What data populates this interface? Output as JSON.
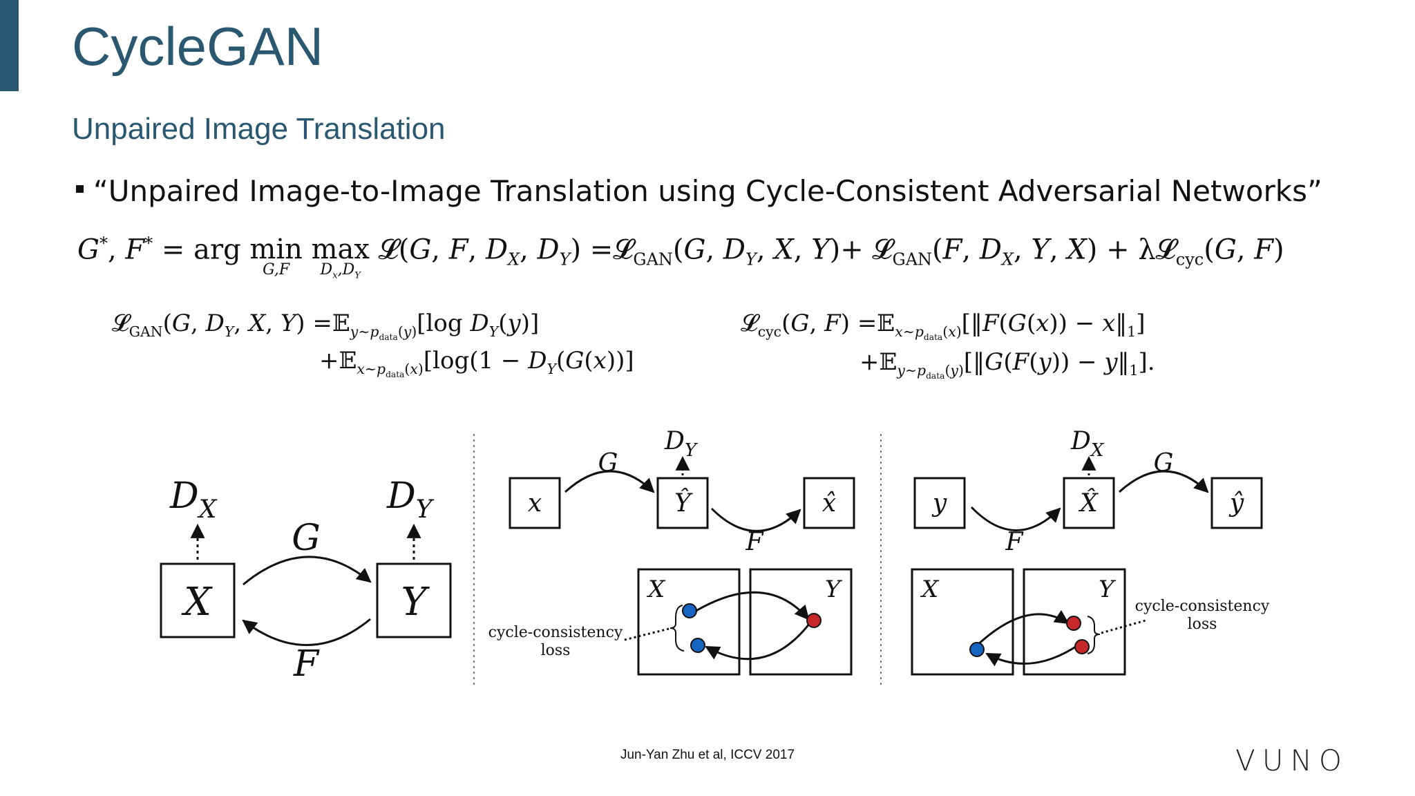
{
  "slide": {
    "title": "CycleGAN",
    "subtitle": "Unpaired Image Translation",
    "bullet": "“Unpaired Image-to-Image Translation using Cycle-Consistent Adversarial Networks”",
    "citation": "Jun-Yan Zhu et al, ICCV 2017",
    "logo": "VUNO",
    "accent_color": "#2b5871"
  },
  "equations": {
    "main": "G*, F* = arg min_{G,F} max_{Dx,DY} L(G, F, DX, DY) = LGAN(G, DY, X, Y) + LGAN(F, DX, Y, X) + λLcyc(G, F)",
    "gan_line1": "LGAN(G, DY, X, Y) = E_{y~pdata(y)}[log DY(y)]",
    "gan_line2": "+E_{x~pdata(x)}[log(1 − DY(G(x))]",
    "cyc_line1": "Lcyc(G, F) = E_{x~pdata(x)}[‖F(G(x)) − x‖1]",
    "cyc_line2": "+E_{y~pdata(y)}[‖G(F(y)) − y‖1]."
  },
  "diagram_a": {
    "node_x": "X",
    "node_y": "Y",
    "disc_x": "D",
    "disc_x_sub": "X",
    "disc_y": "D",
    "disc_y_sub": "Y",
    "map_g": "G",
    "map_f": "F"
  },
  "diagram_b": {
    "node_in": "x",
    "node_mid": "Ŷ",
    "node_out": "x̂",
    "disc": "D",
    "disc_sub": "Y",
    "map_g": "G",
    "map_f": "F",
    "domain_x": "X",
    "domain_y": "Y",
    "loss_line1": "cycle-consistency",
    "loss_line2": "loss",
    "dot_blue": "#1565c0",
    "dot_red": "#c62828"
  },
  "diagram_c": {
    "node_in": "y",
    "node_mid": "X̂",
    "node_out": "ŷ",
    "disc": "D",
    "disc_sub": "X",
    "map_g": "G",
    "map_f": "F",
    "domain_x": "X",
    "domain_y": "Y",
    "loss_line1": "cycle-consistency",
    "loss_line2": "loss"
  }
}
